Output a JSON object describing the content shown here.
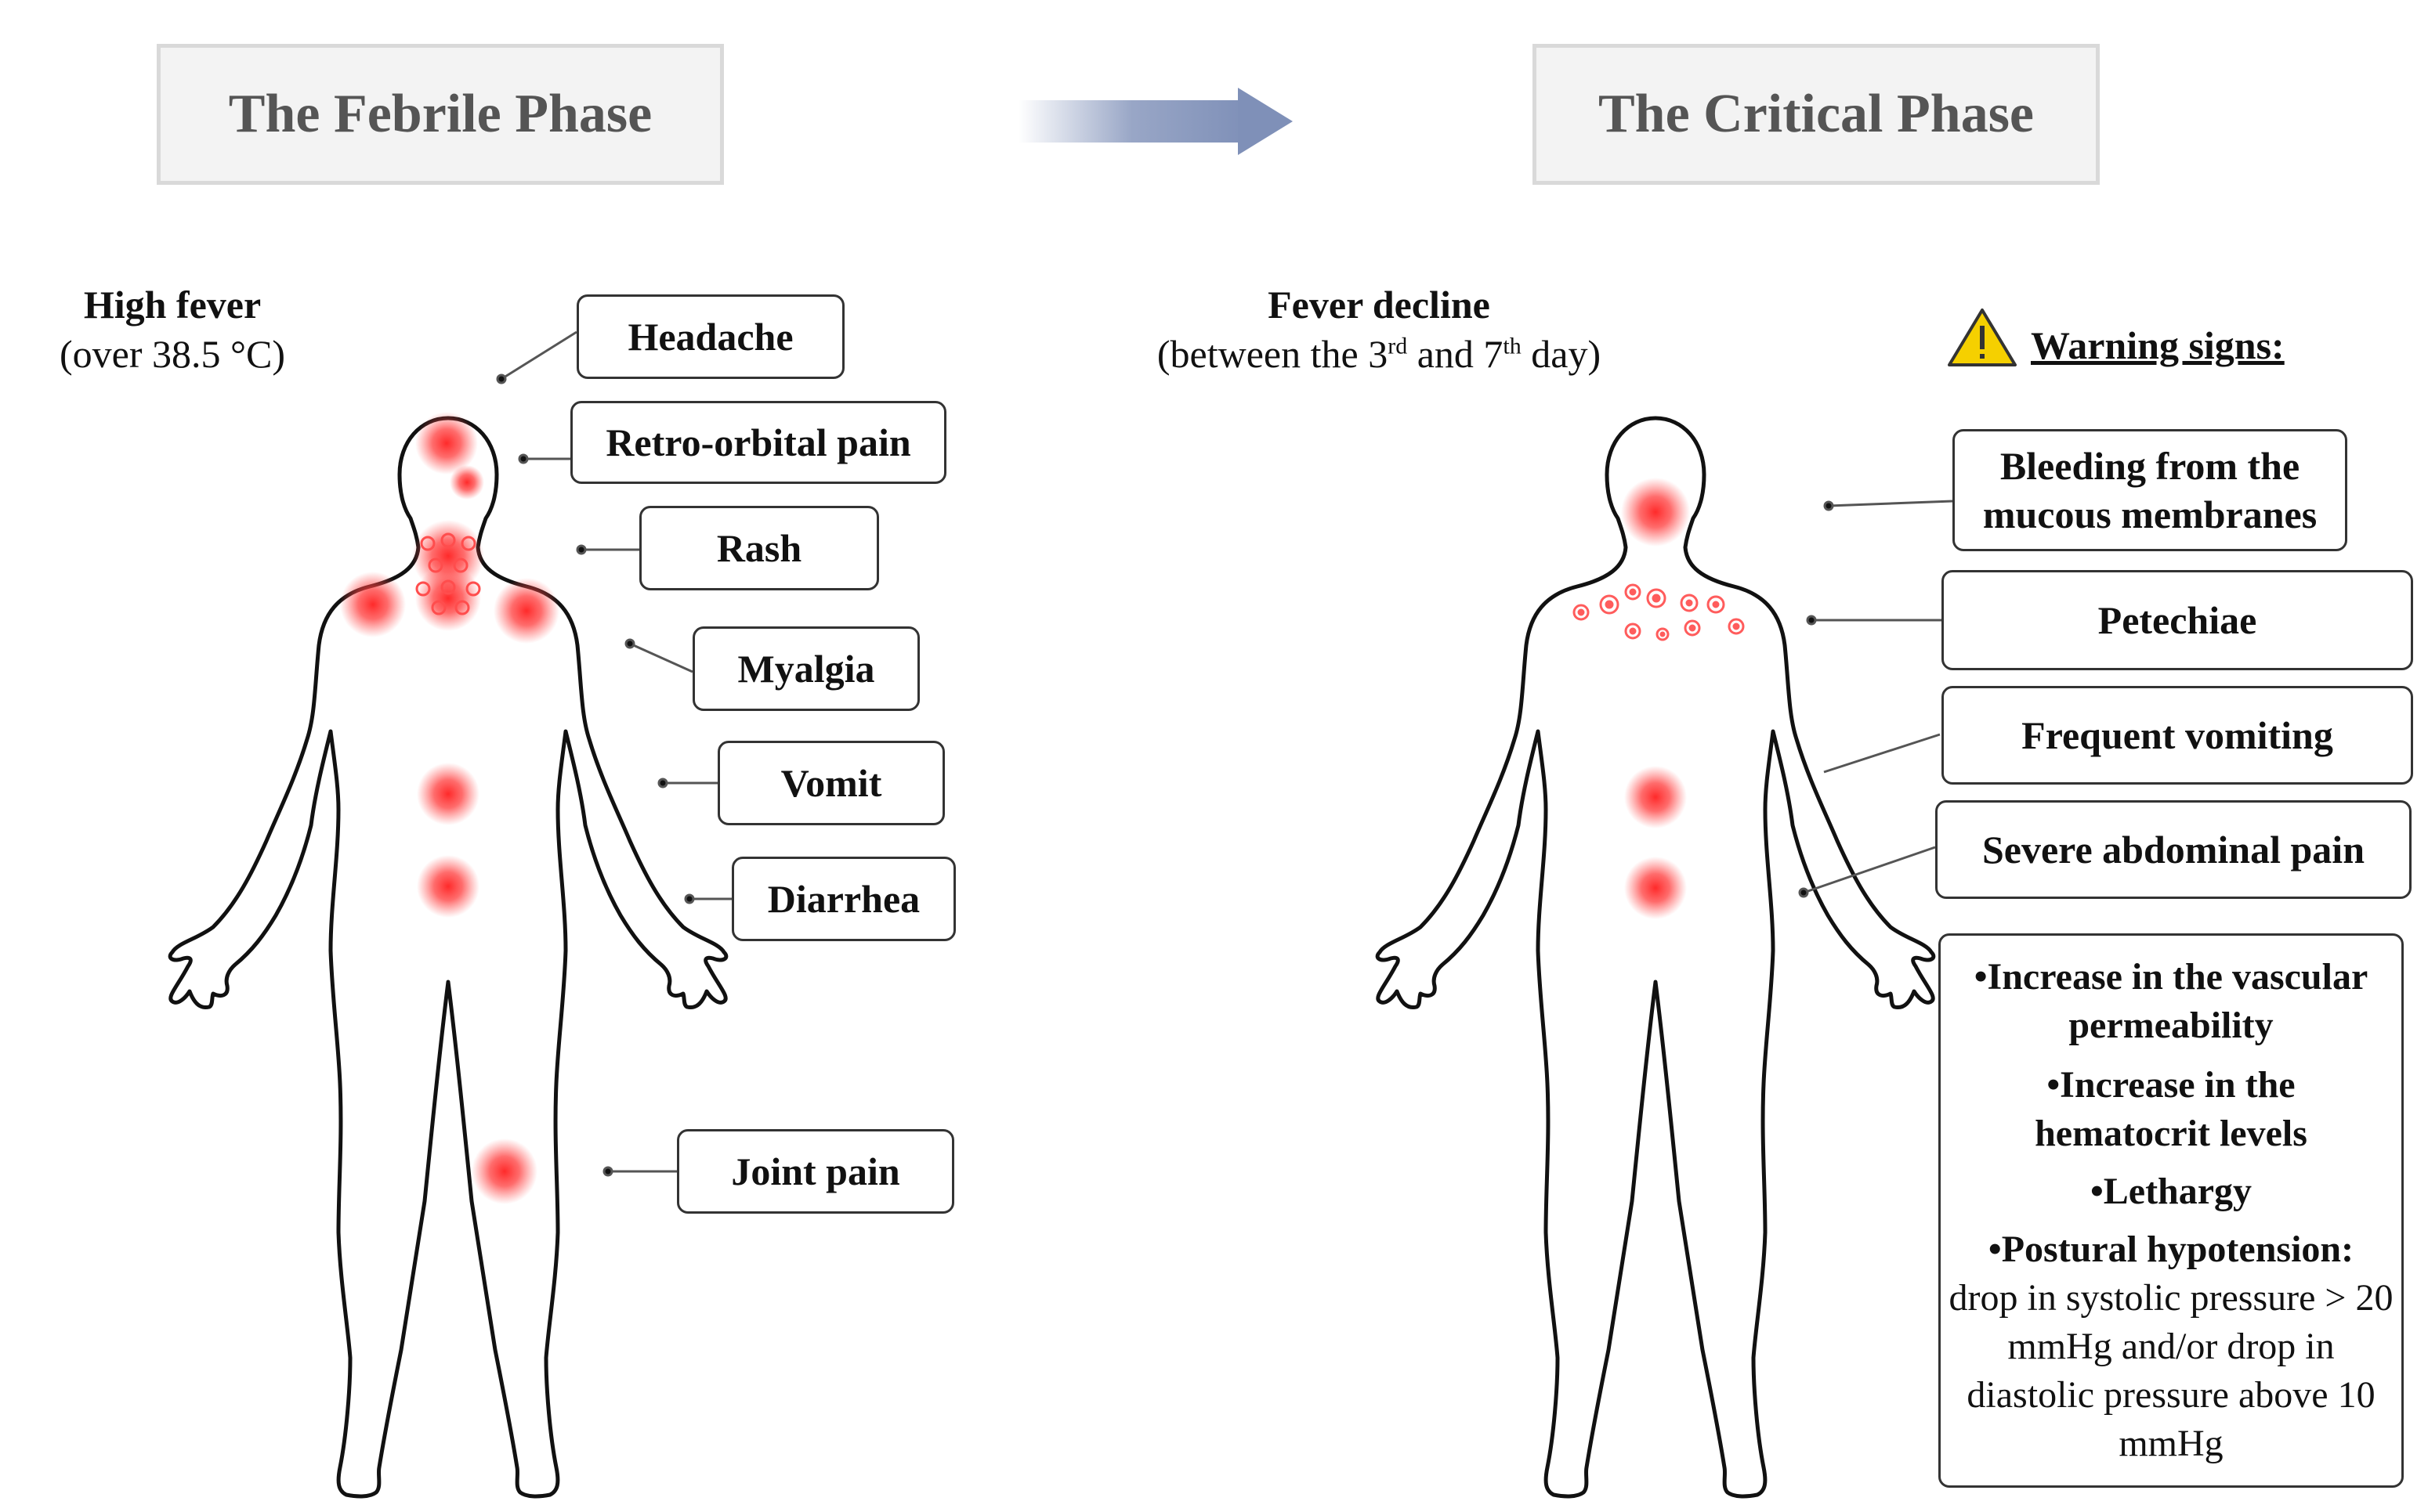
{
  "phases": {
    "febrile": "The Febrile Phase",
    "critical": "The Critical Phase"
  },
  "febrile": {
    "heading": "High fever",
    "subheading": "(over 38.5 °C)",
    "symptoms": [
      "Headache",
      "Retro-orbital pain",
      "Rash",
      "Myalgia",
      "Vomit",
      "Diarrhea",
      "Joint pain"
    ]
  },
  "critical": {
    "heading": "Fever decline",
    "sub_prefix": "(between the 3",
    "sub_sup1": "rd",
    "sub_mid": " and 7",
    "sub_sup2": "th",
    "sub_suffix": " day)",
    "warning_title": "Warning signs:",
    "signs": [
      "Bleeding from the mucous membranes",
      "Petechiae",
      "Frequent vomiting",
      "Severe abdominal pain"
    ],
    "list": {
      "item1": "•Increase in the vascular permeability",
      "item2": "•Increase in the hematocrit levels",
      "item3": "•Lethargy",
      "item4_bold": "•Postural hypotension:",
      "item4_text": "drop in systolic pressure > 20 mmHg and/or drop in diastolic pressure above 10 mmHg"
    }
  },
  "colors": {
    "hotspot": "#ff2a2a",
    "arrow": "#7f90b8",
    "warning": "#f5d000"
  },
  "icons": [
    "arrow-right-icon",
    "warning-icon"
  ]
}
